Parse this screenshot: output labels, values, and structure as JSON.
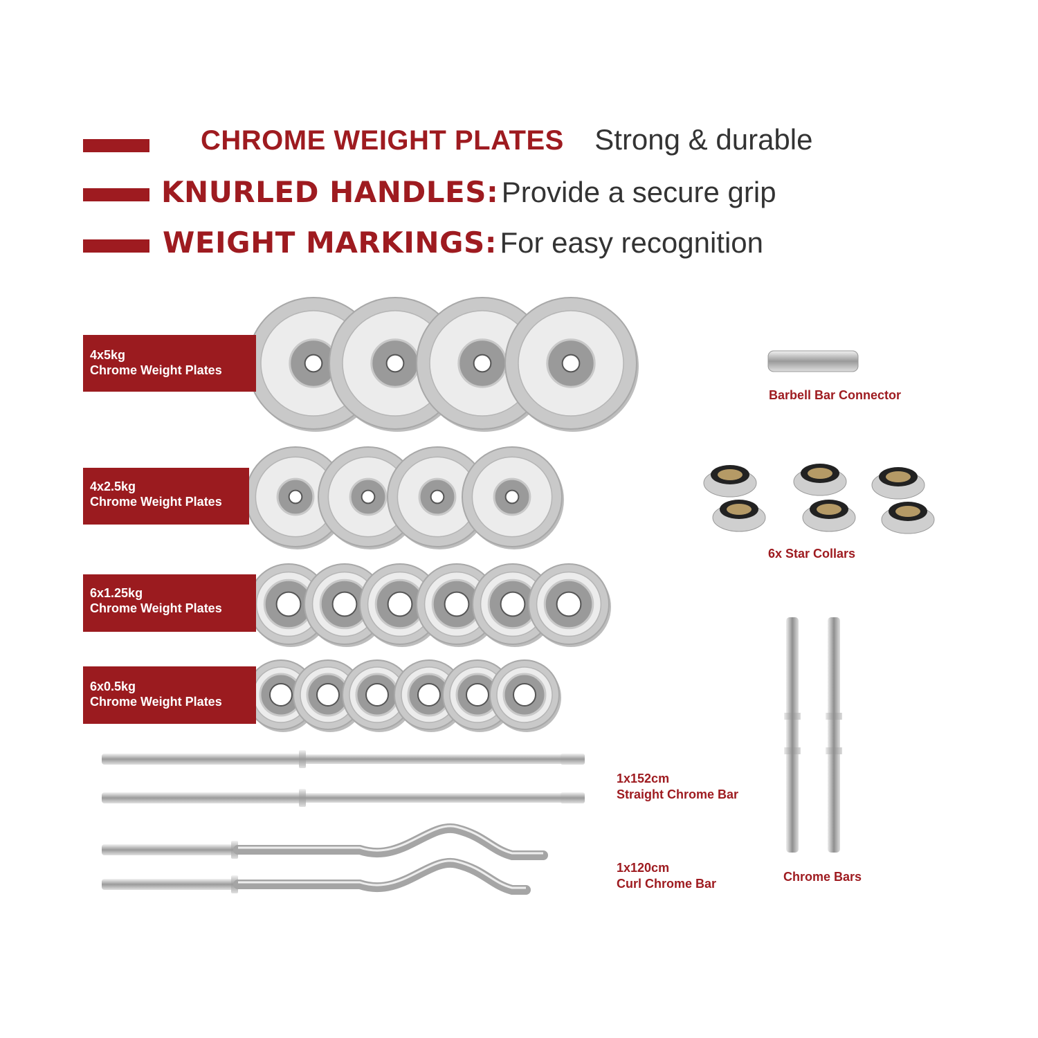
{
  "header": {
    "line1_title": "CHROME WEIGHT PLATES",
    "line1_sub": "Strong & durable",
    "line2_title": "KNURLED HANDLES:",
    "line2_sub": "Provide a secure grip",
    "line3_title": "WEIGHT MARKINGS:",
    "line3_sub": "For easy recognition"
  },
  "plates": [
    {
      "qty": "4x5kg",
      "name": "Chrome Weight Plates",
      "count": 4
    },
    {
      "qty": "4x2.5kg",
      "name": "Chrome Weight Plates",
      "count": 4
    },
    {
      "qty": "6x1.25kg",
      "name": "Chrome Weight Plates",
      "count": 6
    },
    {
      "qty": "6x0.5kg",
      "name": "Chrome Weight Plates",
      "count": 6
    }
  ],
  "accessories": {
    "connector": "Barbell Bar Connector",
    "collars": "6x Star Collars",
    "straight_qty": "1x152cm",
    "straight_name": "Straight Chrome Bar",
    "curl_qty": "1x120cm",
    "curl_name": "Curl Chrome Bar",
    "dumbbell_bars": "Chrome Bars"
  },
  "colors": {
    "accent": "#9e1b20",
    "chrome": "#c8c8c8"
  }
}
